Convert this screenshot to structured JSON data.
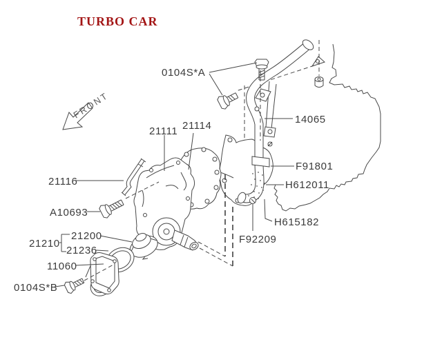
{
  "title": {
    "text": "TURBO CAR",
    "color": "#A31515"
  },
  "direction_indicator": {
    "label": "FRONT"
  },
  "part_labels": {
    "bolt_a": "0104S*A",
    "hose": "14065",
    "clamp_f91801": "F91801",
    "clamp_h612011": "H612011",
    "clamp_h615182": "H615182",
    "clamp_f92209": "F92209",
    "pump_gasket": "21114",
    "water_pump": "21111",
    "water_pipe": "21116",
    "pump_bolt": "A10693",
    "thermostat_assy": "21210",
    "thermostat": "21200",
    "thermostat_gasket": "21236",
    "thermostat_case": "11060",
    "bolt_b": "0104S*B"
  },
  "diagram": {
    "line_color": "#474747",
    "label_color": "#3a3a3a",
    "background": "#ffffff"
  }
}
